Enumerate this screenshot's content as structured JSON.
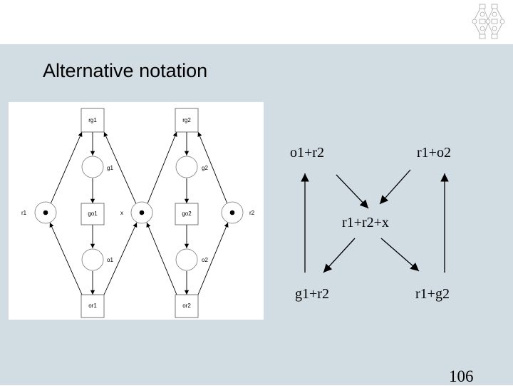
{
  "title": "Alternative notation",
  "page_number": "106",
  "petri_net": {
    "places": [
      {
        "id": "g1",
        "label": "g1",
        "tokens": 0
      },
      {
        "id": "g2",
        "label": "g2",
        "tokens": 0
      },
      {
        "id": "r1",
        "label": "r1",
        "tokens": 1
      },
      {
        "id": "x",
        "label": "x",
        "tokens": 1
      },
      {
        "id": "r2",
        "label": "r2",
        "tokens": 1
      },
      {
        "id": "o1",
        "label": "o1",
        "tokens": 0
      },
      {
        "id": "o2",
        "label": "o2",
        "tokens": 0
      }
    ],
    "transitions": [
      {
        "id": "rg1",
        "label": "rg1"
      },
      {
        "id": "rg2",
        "label": "rg2"
      },
      {
        "id": "go1",
        "label": "go1"
      },
      {
        "id": "go2",
        "label": "go2"
      },
      {
        "id": "or1",
        "label": "or1"
      },
      {
        "id": "or2",
        "label": "or2"
      }
    ]
  },
  "state_graph": {
    "states": [
      {
        "id": "o1r2",
        "label": "o1+r2"
      },
      {
        "id": "r1o2",
        "label": "r1+o2"
      },
      {
        "id": "r1r2x",
        "label": "r1+r2+x"
      },
      {
        "id": "g1r2",
        "label": "g1+r2"
      },
      {
        "id": "r1g2",
        "label": "r1+g2"
      }
    ]
  }
}
